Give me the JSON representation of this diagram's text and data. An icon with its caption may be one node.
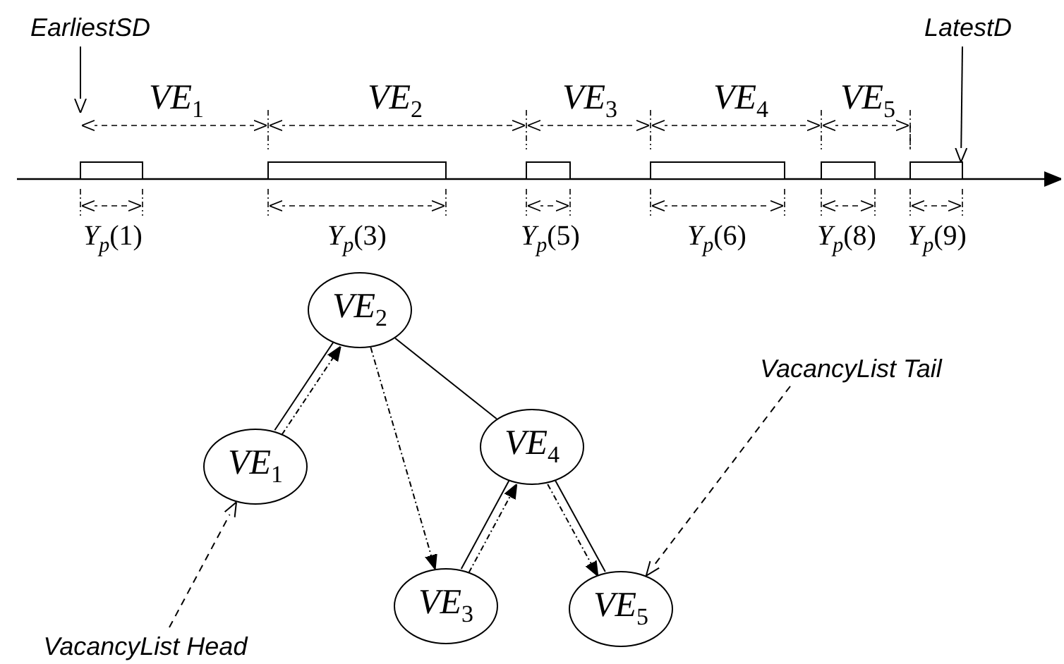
{
  "diagram": {
    "nodes": [
      {
        "text": [
          "EarliestSD"
        ]
      },
      {
        "text": [
          "LatestD"
        ]
      },
      {
        "text": [],
        "shape": "bar"
      },
      {
        "text": [],
        "shape": "bar"
      },
      {
        "text": [],
        "shape": "bar"
      },
      {
        "text": [],
        "shape": "bar"
      },
      {
        "text": [],
        "shape": "bar"
      },
      {
        "text": [],
        "shape": "bar"
      },
      {
        "text": [
          "VE$_{2}$"
        ]
      },
      {
        "text": [
          "VE$_{1}$"
        ]
      },
      {
        "text": [
          "VE$_{4}$"
        ]
      },
      {
        "text": [
          "VacancyList Tail"
        ]
      },
      {
        "text": [
          "VE$_{3}$"
        ]
      },
      {
        "text": [
          "VE$_{5}$"
        ]
      },
      {
        "text": [
          "VacancyList Head"
        ]
      }
    ],
    "edges": [
      {
        "from": 0,
        "to": null,
        "arrow": "to"
      },
      {
        "from": 1,
        "to": 7,
        "arrow": "to"
      },
      {
        "from": 9,
        "to": 8,
        "arrow": "none"
      },
      {
        "from": 9,
        "to": 8,
        "arrow": "to",
        "style": "dashed"
      },
      {
        "from": 8,
        "to": 12,
        "arrow": "to",
        "style": "dashed"
      },
      {
        "from": 8,
        "to": 10,
        "arrow": "none"
      },
      {
        "from": 12,
        "to": 10,
        "arrow": "none"
      },
      {
        "from": 12,
        "to": 10,
        "arrow": "to",
        "style": "dashed"
      },
      {
        "from": 10,
        "to": 13,
        "arrow": "none"
      },
      {
        "from": 10,
        "to": 13,
        "arrow": "to",
        "style": "dashed"
      },
      {
        "from": 11,
        "to": 13,
        "arrow": "to",
        "style": "dashed"
      },
      {
        "from": 14,
        "to": 9,
        "arrow": "to",
        "style": "dashed"
      }
    ],
    "labels": [
      "VE$_{1}$",
      "VE$_{2}$",
      "VE$_{3}$",
      "VE$_{4}$",
      "VE$_{5}$",
      "*Y*$_{p}$(1)",
      "*Y*$_{p}$(3)",
      "*Y*$_{p}$(5)",
      "*Y*$_{p}$(6)",
      "*Y*$_{p}$(8)",
      "*Y*$_{p}$(9)"
    ]
  }
}
